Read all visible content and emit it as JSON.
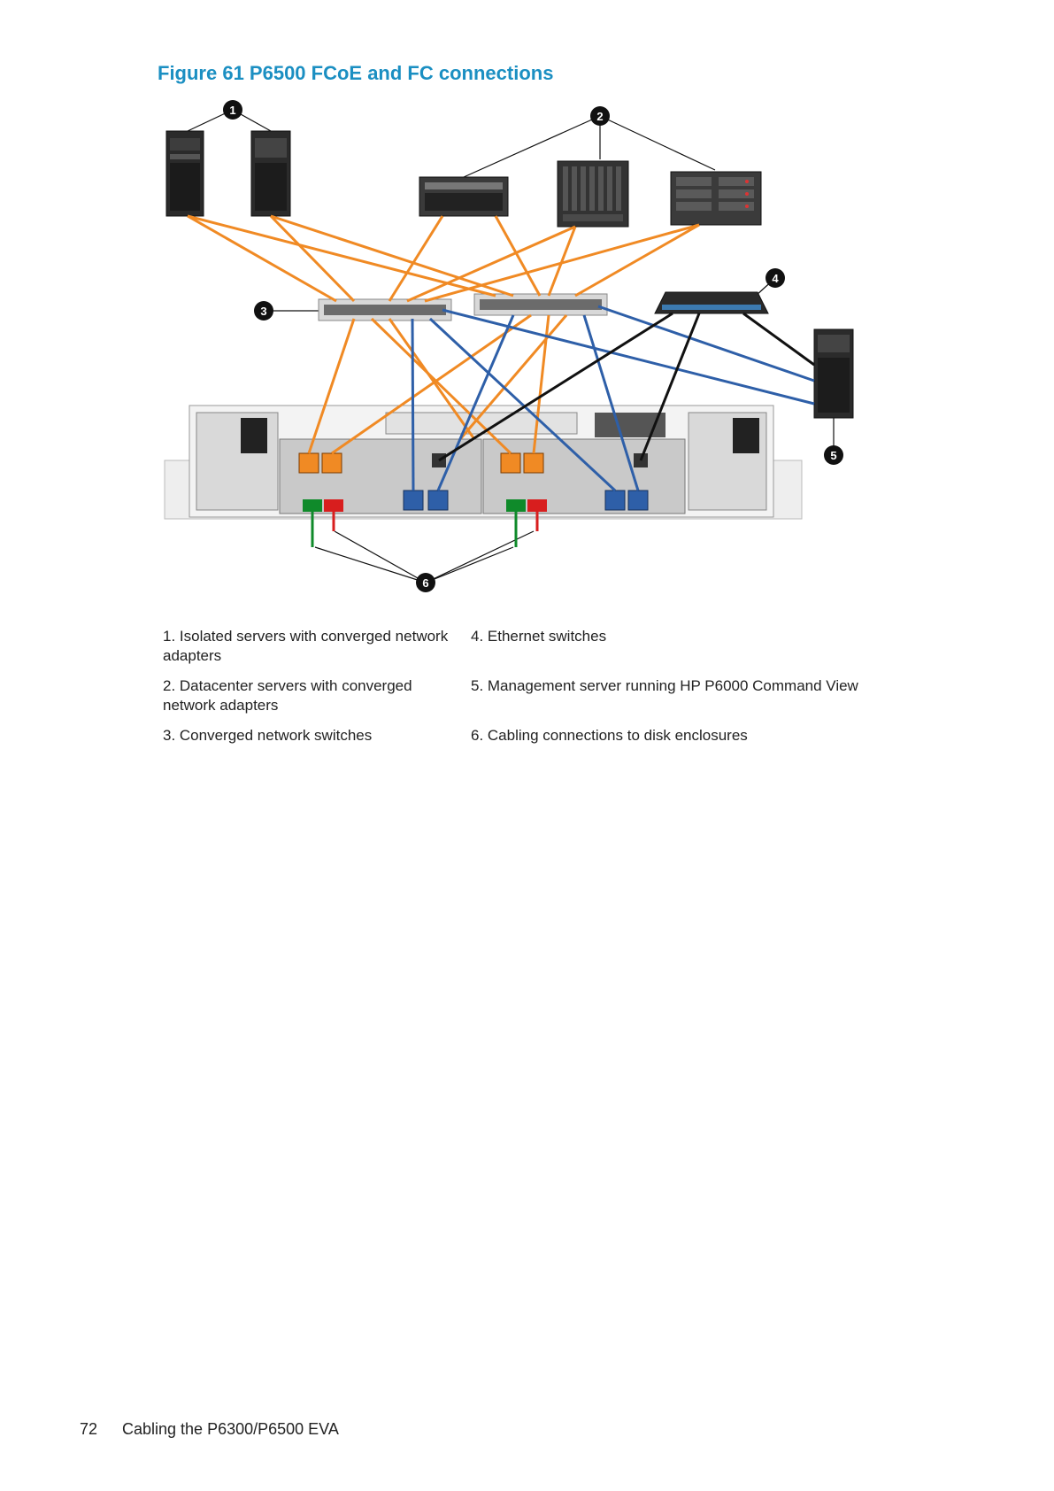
{
  "figure": {
    "title": "Figure 61 P6500 FCoE and FC connections",
    "callouts": [
      "1",
      "2",
      "3",
      "4",
      "5",
      "6"
    ],
    "colors": {
      "fcoe_cable": "#f08a24",
      "fc_cable": "#2e5fa8",
      "ethernet_cable": "#111111",
      "green_cable": "#0f8a2a",
      "red_cable": "#d81e1e",
      "title": "#1b8fc2"
    }
  },
  "legend": [
    {
      "left": "1. Isolated servers with converged network adapters",
      "right": "4. Ethernet switches"
    },
    {
      "left": "2. Datacenter servers with converged network adapters",
      "right": "5. Management server running HP P6000 Command View"
    },
    {
      "left": "3. Converged network switches",
      "right": "6. Cabling connections to disk enclosures"
    }
  ],
  "footer": {
    "page_number": "72",
    "section": "Cabling the P6300/P6500 EVA"
  }
}
